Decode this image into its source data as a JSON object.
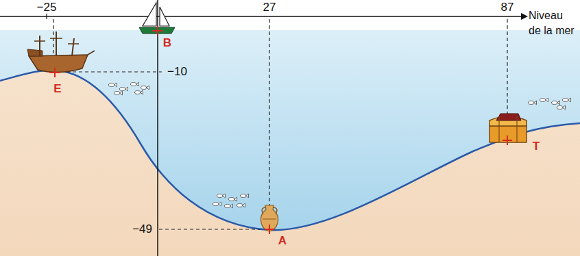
{
  "diagram": {
    "labels": [
      "−25",
      "27",
      "87",
      "Niveau de la mer",
      "−10",
      "−49",
      "E",
      "B",
      "A",
      "T"
    ]
  }
}
